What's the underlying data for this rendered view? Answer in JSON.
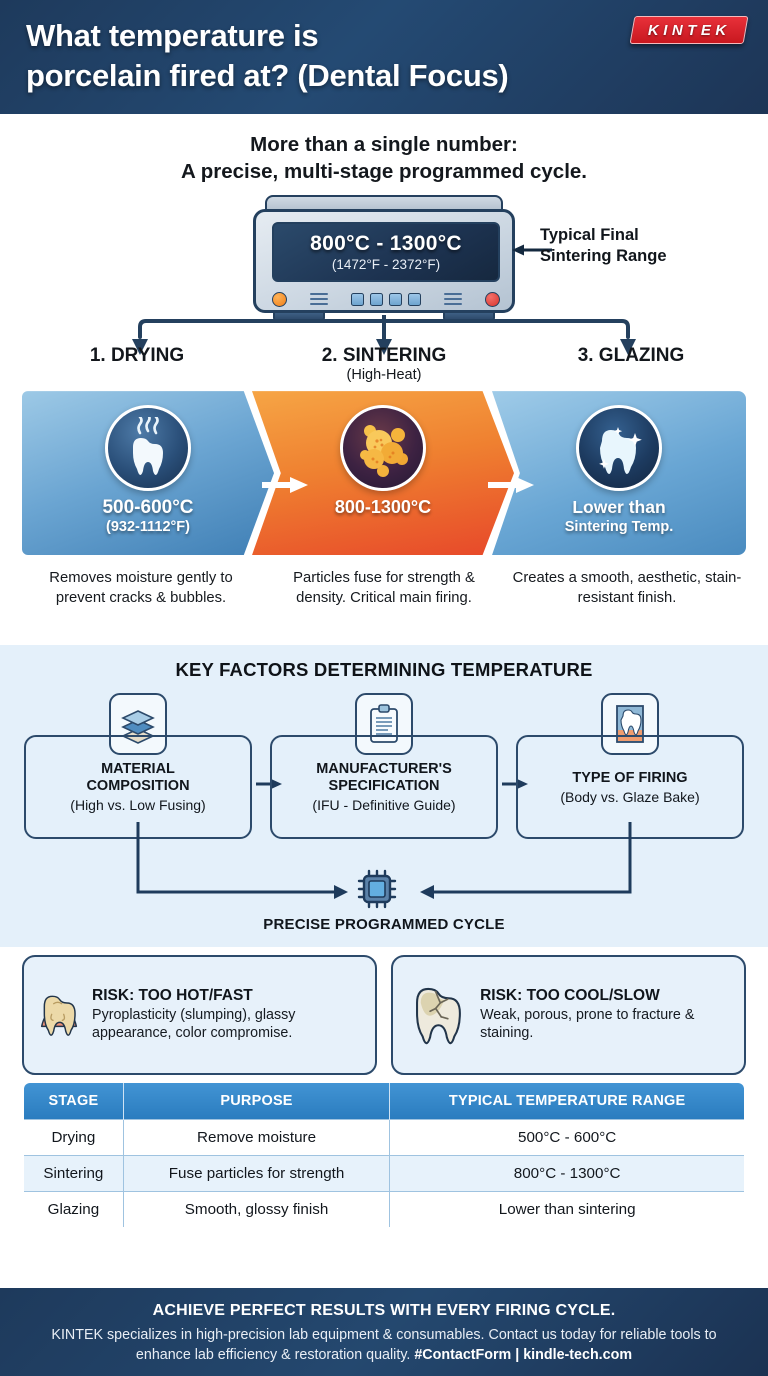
{
  "header": {
    "title_line1": "What temperature is",
    "title_line2": "porcelain fired at? (Dental Focus)",
    "logo_text": "KINTEK"
  },
  "subtitle": {
    "line1": "More than a single number:",
    "line2": "A precise, multi-stage programmed cycle."
  },
  "device": {
    "celsius": "800°C - 1300°C",
    "fahrenheit": "(1472°F - 2372°F)",
    "callout_line1": "Typical Final",
    "callout_line2": "Sintering Range"
  },
  "stages": [
    {
      "title": "1. DRYING",
      "subtitle": "",
      "temp_main": "500-600°C",
      "temp_sub": "(932-1112°F)",
      "caption": "Removes moisture gently to prevent cracks & bubbles.",
      "icon": "steaming-tooth-icon"
    },
    {
      "title": "2. SINTERING",
      "subtitle": "(High-Heat)",
      "temp_main": "800-1300°C",
      "temp_sub": "",
      "caption": "Particles fuse for strength & density. Critical main firing.",
      "icon": "fusing-particles-icon"
    },
    {
      "title": "3. GLAZING",
      "subtitle": "",
      "temp_main": "Lower than",
      "temp_sub": "Sintering Temp.",
      "caption": "Creates a smooth, aesthetic, stain-resistant finish.",
      "icon": "glossy-tooth-icon"
    }
  ],
  "factors": {
    "heading": "KEY FACTORS DETERMINING TEMPERATURE",
    "items": [
      {
        "title_line1": "MATERIAL",
        "title_line2": "COMPOSITION",
        "sub": "(High vs. Low Fusing)",
        "icon": "layers-icon"
      },
      {
        "title_line1": "MANUFACTURER'S",
        "title_line2": "SPECIFICATION",
        "sub": "(IFU - Definitive Guide)",
        "icon": "clipboard-icon"
      },
      {
        "title_line1": "TYPE OF FIRING",
        "title_line2": "",
        "sub": "(Body vs. Glaze Bake)",
        "icon": "tooth-frame-icon"
      }
    ],
    "cycle_label": "PRECISE PROGRAMMED CYCLE",
    "cycle_icon": "cpu-chip-icon"
  },
  "risks": [
    {
      "heading": "RISK: TOO HOT/FAST",
      "body": "Pyroplasticity (slumping), glassy appearance, color compromise.",
      "icon": "slumped-tooth-icon"
    },
    {
      "heading": "RISK: TOO COOL/SLOW",
      "body": "Weak, porous, prone to fracture & staining.",
      "icon": "cracked-tooth-icon"
    }
  ],
  "table": {
    "headers": [
      "STAGE",
      "PURPOSE",
      "TYPICAL TEMPERATURE RANGE"
    ],
    "rows": [
      [
        "Drying",
        "Remove moisture",
        "500°C - 600°C"
      ],
      [
        "Sintering",
        "Fuse particles for strength",
        "800°C - 1300°C"
      ],
      [
        "Glazing",
        "Smooth, glossy finish",
        "Lower than sintering"
      ]
    ]
  },
  "footer": {
    "heading": "ACHIEVE PERFECT RESULTS WITH EVERY FIRING CYCLE.",
    "body_part1": "KINTEK specializes in high-precision lab equipment & consumables. Contact us today for reliable tools to enhance lab efficiency & restoration quality. ",
    "body_part2": "#ContactForm | kindle-tech.com"
  },
  "colors": {
    "header_navy": "#1e3a5c",
    "brand_red": "#d8242c",
    "stage_cool": "#6ba5d2",
    "stage_hot": "#ef8030",
    "factors_bg": "#e4f0fa",
    "table_header": "#2a7cbf"
  }
}
